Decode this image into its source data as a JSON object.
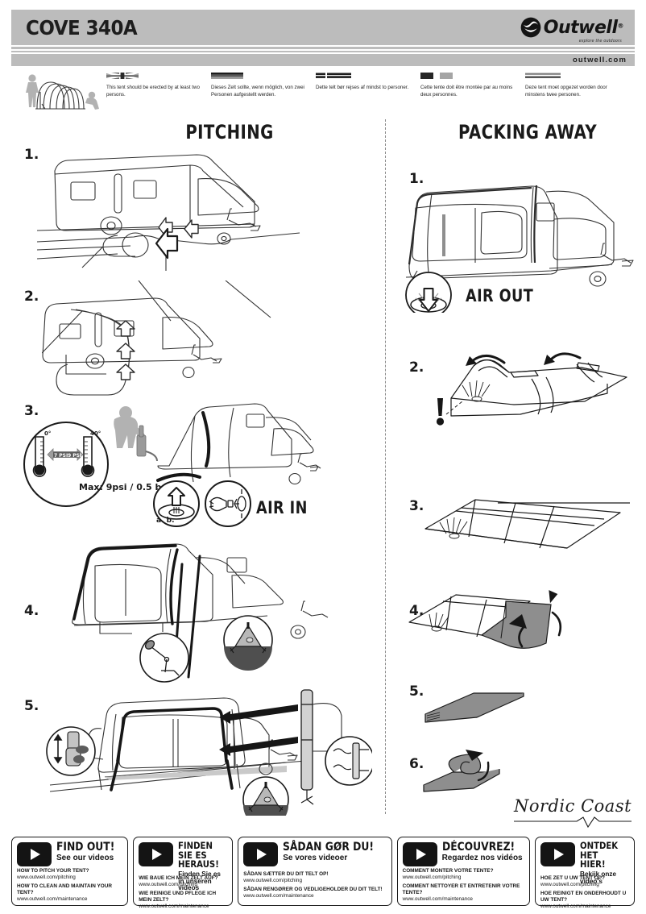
{
  "header": {
    "product_title": "COVE 340A",
    "brand": "Outwell",
    "brand_registered": "®",
    "brand_tagline": "explore the outdoors",
    "website": "outwell.com"
  },
  "language_notices": [
    {
      "lang": "en",
      "flag": "flag-uk-icon",
      "text": "This tent should be erected by at least two persons."
    },
    {
      "lang": "de",
      "flag": "flag-de-icon",
      "text": "Dieses Zelt sollte, wenn möglich, von zwei Personen aufgestellt werden."
    },
    {
      "lang": "da",
      "flag": "flag-dk-icon",
      "text": "Dette telt bør rejses af mindst to personer."
    },
    {
      "lang": "fr",
      "flag": "flag-fr-icon",
      "text": "Cette tente doit être montée par au moins deux personnes."
    },
    {
      "lang": "nl",
      "flag": "flag-nl-icon",
      "text": "Deze tent moet opgezet worden door minstens twee personen."
    }
  ],
  "sections": {
    "pitching": {
      "title": "PITCHING",
      "steps": [
        "1.",
        "2.",
        "3.",
        "4.",
        "5."
      ],
      "labels": {
        "air_in": "AIR IN",
        "max_pressure": "Max: 9psi / 0.5 bar",
        "valve_steps": "a. b.",
        "gauge_temp_low": "0°",
        "gauge_temp_high": "40°",
        "gauge_psi_low": "7 PSI",
        "gauge_psi_high": "9 PSI"
      }
    },
    "packing_away": {
      "title": "PACKING AWAY",
      "steps": [
        "1.",
        "2.",
        "3.",
        "4.",
        "5.",
        "6."
      ],
      "labels": {
        "air_out": "AIR OUT",
        "warning": "!"
      }
    }
  },
  "nordic_coast": {
    "name": "Nordic Coast"
  },
  "footer_videos": [
    {
      "lang": "en",
      "headline": "FIND OUT!",
      "subhead": "See our videos",
      "links": [
        {
          "question": "HOW TO PITCH YOUR TENT?",
          "url": "www.outwell.com/pitching"
        },
        {
          "question": "HOW TO CLEAN AND MAINTAIN YOUR TENT?",
          "url": "www.outwell.com/maintenance"
        }
      ]
    },
    {
      "lang": "de",
      "headline": "FINDEN SIE ES HERAUS!",
      "subhead": "Finden Sie es in unseren videos",
      "links": [
        {
          "question": "WIE BAUE ICH MEIN ZELT AUF?",
          "url": "www.outwell.com/pitching"
        },
        {
          "question": "WIE REINIGE UND PFLEGE ICH MEIN ZELT?",
          "url": "www.outwell.com/maintenance"
        }
      ]
    },
    {
      "lang": "da",
      "headline": "SÅDAN GØR DU!",
      "subhead": "Se vores videoer",
      "links": [
        {
          "question": "SÅDAN SÆTTER DU DIT TELT OP!",
          "url": "www.outwell.com/pitching"
        },
        {
          "question": "SÅDAN RENGØRER OG VEDLIGEHOLDER DU DIT TELT!",
          "url": "www.outwell.com/maintenance"
        }
      ]
    },
    {
      "lang": "fr",
      "headline": "DÉCOUVREZ!",
      "subhead": "Regardez nos vidéos",
      "links": [
        {
          "question": "COMMENT MONTER VOTRE TENTE?",
          "url": "www.outwell.com/pitching"
        },
        {
          "question": "COMMENT NETTOYER ET ENTRETENIR VOTRE TENTE?",
          "url": "www.outwell.com/maintenance"
        }
      ]
    },
    {
      "lang": "nl",
      "headline": "ONTDEK HET HIER!",
      "subhead": "Bekijk onze video's",
      "links": [
        {
          "question": "HOE ZET U UW TENT OP?",
          "url": "www.outwell.com/pitching"
        },
        {
          "question": "HOE REINIGT EN ONDERHOUDT U UW TENT?",
          "url": "www.outwell.com/maintenance"
        }
      ]
    }
  ],
  "colors": {
    "header_bar": "#bcbcbc",
    "ink": "#1a1a1a",
    "fabric_grey": "#8c8c8c",
    "person_grey": "#b0b0b0"
  }
}
